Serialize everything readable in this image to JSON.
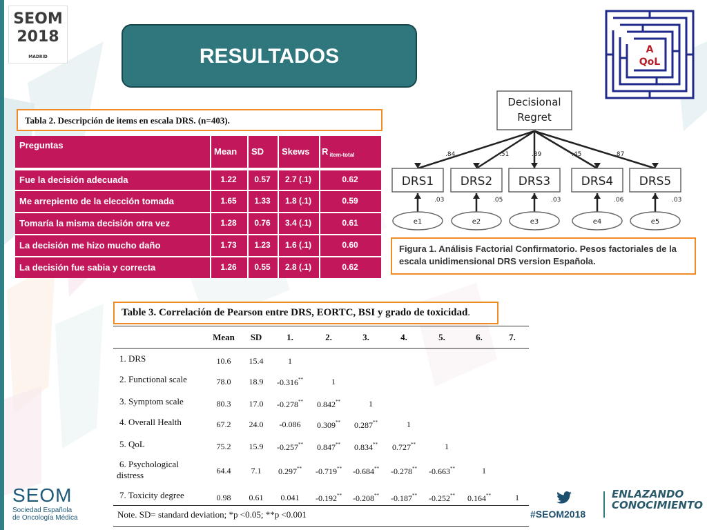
{
  "header": {
    "title": "RESULTADOS",
    "event_logo_text": "SEOM",
    "event_logo_year": "2018",
    "event_logo_city": "MADRID",
    "maze_logo_text_1": "A",
    "maze_logo_text_2": "QoL"
  },
  "table2": {
    "caption": "Tabla 2. Descripción de items en escala DRS. (n=403).",
    "columns": [
      "Preguntas",
      "Mean",
      "SD",
      "Skews",
      "R",
      "item-total"
    ],
    "rows": [
      [
        "Fue la decisión adecuada",
        "1.22",
        "0.57",
        "2.7 (.1)",
        "0.62"
      ],
      [
        "Me arrepiento de la elección tomada",
        "1.65",
        "1.33",
        "1.8 (.1)",
        "0.59"
      ],
      [
        "Tomaría la misma decisión otra vez",
        "1.28",
        "0.76",
        "3.4 (.1)",
        "0.61"
      ],
      [
        "La decisión me hizo mucho daño",
        "1.73",
        "1.23",
        "1.6 (.1)",
        "0.60"
      ],
      [
        "La decisión fue sabia y correcta",
        "1.26",
        "0.55",
        "2.8 (.1)",
        "0.62"
      ]
    ],
    "color": "#c2185b"
  },
  "figure1": {
    "root": [
      "Decisional",
      "Regret"
    ],
    "items": [
      "DRS1",
      "DRS2",
      "DRS3",
      "DRS4",
      "DRS5"
    ],
    "loadings": [
      ".84",
      ".51",
      ".89",
      ".45",
      ".87"
    ],
    "residual_values": [
      ".03",
      ".05",
      ".03",
      ".06",
      ".03"
    ],
    "errors": [
      "e1",
      "e2",
      "e3",
      "e4",
      "e5"
    ],
    "caption": "Figura 1. Análisis Factorial Confirmatorio. Pesos factoriales de la escala unidimensional DRS version Española."
  },
  "table3": {
    "caption": "Table 3. Correlación de Pearson entre DRS, EORTC, BSI y grado de toxicidad",
    "caption_end": ".",
    "headers": [
      "Mean",
      "SD",
      "1.",
      "2.",
      "3.",
      "4.",
      "5.",
      "6.",
      "7."
    ],
    "rows": [
      {
        "label": "1.  DRS",
        "mean": "10.6",
        "sd": "15.4",
        "c": [
          "1"
        ]
      },
      {
        "label": "2.  Functional scale",
        "mean": "78.0",
        "sd": "18.9",
        "c": [
          "-0.316**",
          "1"
        ]
      },
      {
        "label": "3.  Symptom scale",
        "mean": "80.3",
        "sd": "17.0",
        "c": [
          "-0.278**",
          "0.842**",
          "1"
        ]
      },
      {
        "label": "4.  Overall Health",
        "mean": "67.2",
        "sd": "24.0",
        "c": [
          "-0.086",
          "0.309**",
          "0.287**",
          "1"
        ]
      },
      {
        "label": "5.  QoL",
        "mean": "75.2",
        "sd": "15.9",
        "c": [
          "-0.257**",
          "0.847**",
          "0.834**",
          "0.727**",
          "1"
        ]
      },
      {
        "label": "6.  Psychological",
        "label2": "distress",
        "mean": "64.4",
        "sd": "7.1",
        "c": [
          "0.297**",
          "-0.719**",
          "-0.684**",
          "-0.278**",
          "-0.663**",
          "1"
        ]
      },
      {
        "label": "7.  Toxicity degree",
        "mean": "0.98",
        "sd": "0.61",
        "c": [
          "0.041",
          "-0.192**",
          "-0.208**",
          "-0.187**",
          "-0.252**",
          "0.164**",
          "1"
        ]
      }
    ],
    "note": "Note. SD= standard deviation; *p <0.05; **p <0.001"
  },
  "footer": {
    "org_logo": "SEOM",
    "org_sub_1": "Sociedad Española",
    "org_sub_2": "de Oncología Médica",
    "hashtag": "#SEOM2018",
    "slogan_1": "ENLAZANDO",
    "slogan_2": "CONOCIMIENTO"
  },
  "colors": {
    "teal": "#2f767d",
    "magenta": "#c2185b",
    "orange": "#f08a24"
  }
}
